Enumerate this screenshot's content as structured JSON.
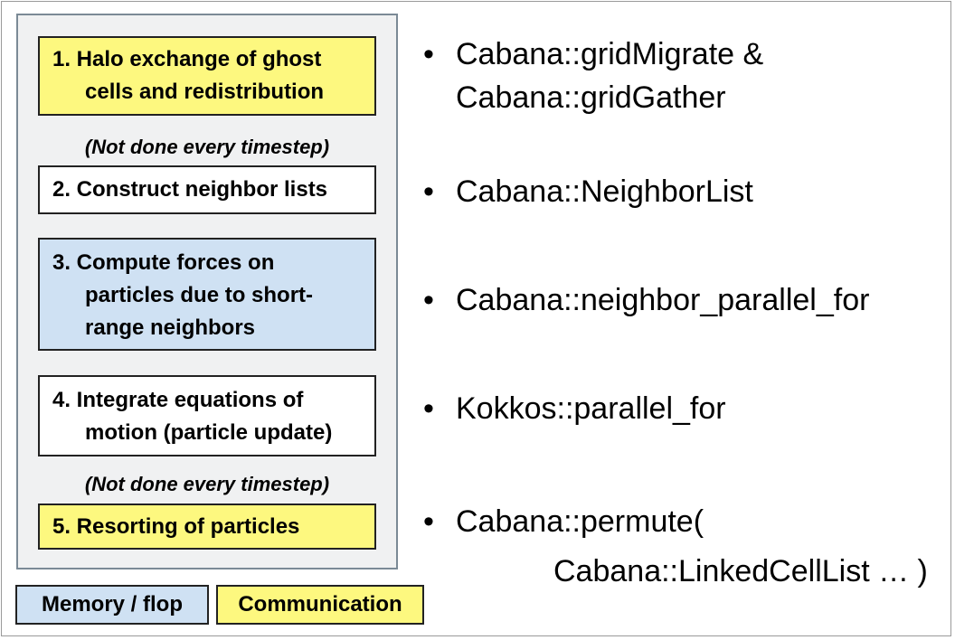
{
  "steps": [
    {
      "lines": [
        "1. Halo exchange of ghost",
        "cells and redistribution"
      ],
      "color": "yellow"
    },
    {
      "lines": [
        "2. Construct neighbor lists"
      ],
      "color": "white"
    },
    {
      "lines": [
        "3. Compute forces on",
        "particles due to short-",
        "range neighbors"
      ],
      "color": "blue"
    },
    {
      "lines": [
        "4. Integrate equations of",
        "motion (particle update)"
      ],
      "color": "white"
    },
    {
      "lines": [
        "5. Resorting of particles"
      ],
      "color": "yellow"
    }
  ],
  "notes": [
    "(Not done every timestep)",
    "(Not done every timestep)"
  ],
  "bullets": [
    {
      "lines": [
        "Cabana::gridMigrate &",
        "Cabana::gridGather"
      ]
    },
    {
      "lines": [
        "Cabana::NeighborList"
      ]
    },
    {
      "lines": [
        "Cabana::neighbor_parallel_for"
      ]
    },
    {
      "lines": [
        "Kokkos::parallel_for"
      ]
    },
    {
      "lines": [
        "Cabana::permute(",
        "Cabana::LinkedCellList … )"
      ]
    }
  ],
  "bullet_symbol": "•",
  "legend": {
    "memory_flop": "Memory / flop",
    "communication": "Communication"
  },
  "colors": {
    "yellow": "#fdf87f",
    "blue": "#cfe1f3",
    "panel": "#f0f1f2"
  }
}
